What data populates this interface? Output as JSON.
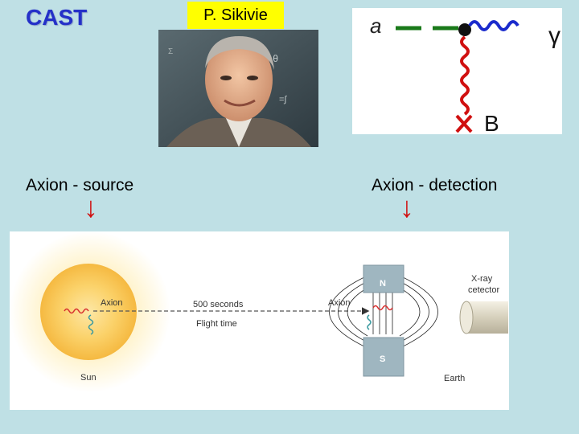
{
  "header": {
    "title": "CAST",
    "name_tag": "P. Sikivie"
  },
  "feynman": {
    "axion_symbol": "a",
    "photon_symbol": "γ",
    "field_symbol": "B"
  },
  "labels": {
    "source": "Axion - source",
    "detection": "Axion - detection",
    "arrow": "↓"
  },
  "diagram": {
    "axion_sun_label": "Axion",
    "flight_time": "500 seconds",
    "flight_label": "Flight time",
    "sun_label": "Sun",
    "axion_detector_label": "Axion",
    "magnet_north": "N",
    "magnet_south": "S",
    "xray_label_line1": "X-ray",
    "xray_label_line2": "cetector",
    "earth_label": "Earth"
  },
  "colors": {
    "background": "#bfe0e5",
    "title": "#2430c8",
    "name_tag_bg": "#ffff00",
    "arrow": "#d01010",
    "axion_line": "#1a7a1a",
    "photon_line": "#1a2acc",
    "virtual_photon": "#d01010"
  }
}
